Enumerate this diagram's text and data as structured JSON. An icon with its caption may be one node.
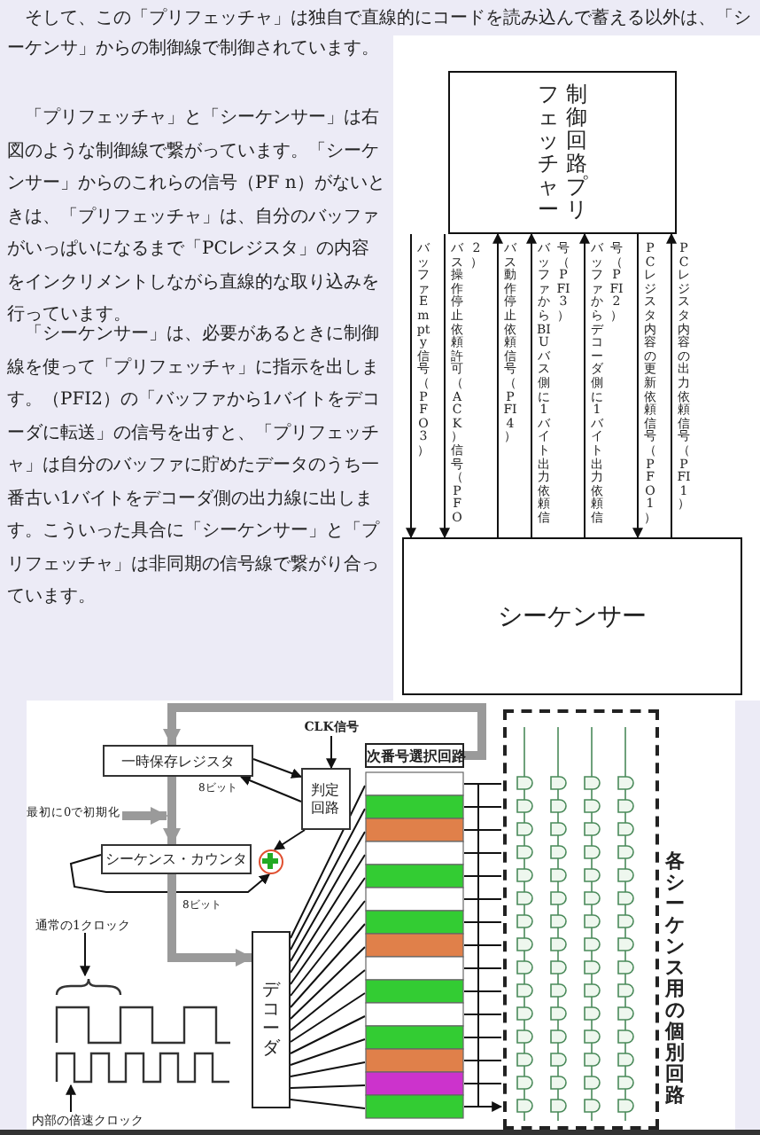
{
  "diagram": {
    "nodes": [
      {
        "text": [
          "制御回路プリフェッチャー"
        ]
      },
      {
        "text": [
          "シーケンサー"
        ]
      },
      {
        "text": [
          "一時保存レジスタ"
        ]
      },
      {
        "text": [
          "CLK信号"
        ]
      },
      {
        "text": [
          "判定回路"
        ]
      },
      {
        "text": [
          "最初に0で初期化"
        ]
      },
      {
        "text": [
          "シーケンス・カウンタ"
        ]
      },
      {
        "text": [],
        "shape": "circle"
      },
      {
        "text": [
          "デコーダ"
        ]
      },
      {
        "text": [
          "次番号選択回路"
        ]
      },
      {
        "text": [
          "各シーケンス用の個別回路"
        ]
      },
      {
        "text": [
          "通常の1クロック"
        ]
      },
      {
        "text": [
          "内部の倍速クロック"
        ]
      },
      {
        "text": [],
        "shape": "picture"
      }
    ],
    "edges": [
      {
        "from": 0,
        "to": 1,
        "arrow": "to",
        "label": "バッファEmpty信号（PFO3）"
      },
      {
        "from": 0,
        "to": 1,
        "arrow": "to",
        "label": "バス操作停止依頼許可（ACK）信号（PFO2）"
      },
      {
        "from": 1,
        "to": 0,
        "arrow": "to",
        "label": "バス動作停止依頼信号（PFI4）"
      },
      {
        "from": 1,
        "to": 0,
        "arrow": "to",
        "label": "バッファからBIUバス側に1バイト出力依頼信号（PFI3）"
      },
      {
        "from": 1,
        "to": 0,
        "arrow": "to",
        "label": "バッファからデコーダ側に1バイト出力依頼信号（PFI2）"
      },
      {
        "from": 0,
        "to": 1,
        "arrow": "to",
        "label": "PCレジスタ内容の更新依頼信号（PFO1）"
      },
      {
        "from": 1,
        "to": 0,
        "arrow": "to",
        "label": "PCレジスタ内容の出力依頼信号（PFI1）"
      },
      {
        "from": 3,
        "to": 4,
        "arrow": "to"
      },
      {
        "from": 2,
        "to": 4,
        "arrow": "to"
      },
      {
        "from": 4,
        "to": 2,
        "arrow": "to"
      },
      {
        "from": 4,
        "to": 7,
        "arrow": "to"
      },
      {
        "from": 2,
        "to": 6,
        "arrow": "to",
        "style": "thick",
        "color": "#9a9a9a"
      },
      {
        "from": 5,
        "to": null,
        "arrow": "to",
        "style": "thick",
        "color": "#9a9a9a"
      },
      {
        "from": 6,
        "to": 7,
        "arrow": "to"
      },
      {
        "from": 6,
        "to": 8,
        "arrow": "to",
        "style": "thick",
        "color": "#9a9a9a"
      },
      {
        "from": 9,
        "to": 2,
        "arrow": "to",
        "style": "thick",
        "color": "#9a9a9a"
      },
      {
        "from": 8,
        "to": 9,
        "arrow": "none"
      },
      {
        "from": 9,
        "to": 10,
        "arrow": "to"
      },
      {
        "from": 11,
        "to": 13,
        "arrow": "to"
      },
      {
        "from": 12,
        "to": 13,
        "arrow": "to"
      }
    ],
    "labels": [
      "そして、この「プリフェッチャ」は独自で直線的にコードを読み込んで蓄える以外は、「シーケンサ」からの制御線で制御されています。",
      "「プリフェッチャ」と「シーケンサー」は右図のような制御線で繋がっています。「シーケンサー」からのこれらの信号（PF n）がないときは、「プリフェッチャ」は、自分のバッファがいっぱいになるまで「PCレジスタ」の内容をインクリメントしながら直線的な取り込みを行っています。",
      "「シーケンサー」は、必要があるときに制御線を使って「プリフェッチャ」に指示を出します。（PFI2）の「バッファから1バイトをデコーダに転送」の信号を出すと、「プリフェッチャ」は自分のバッファに貯めたデータのうち一番古い1バイトをデコーダ側の出力線に出します。こういった具合に「シーケンサー」と「プリフェッチャ」は非同期の信号線で繋がり合っています。",
      "8ビット",
      "8ビット"
    ]
  }
}
